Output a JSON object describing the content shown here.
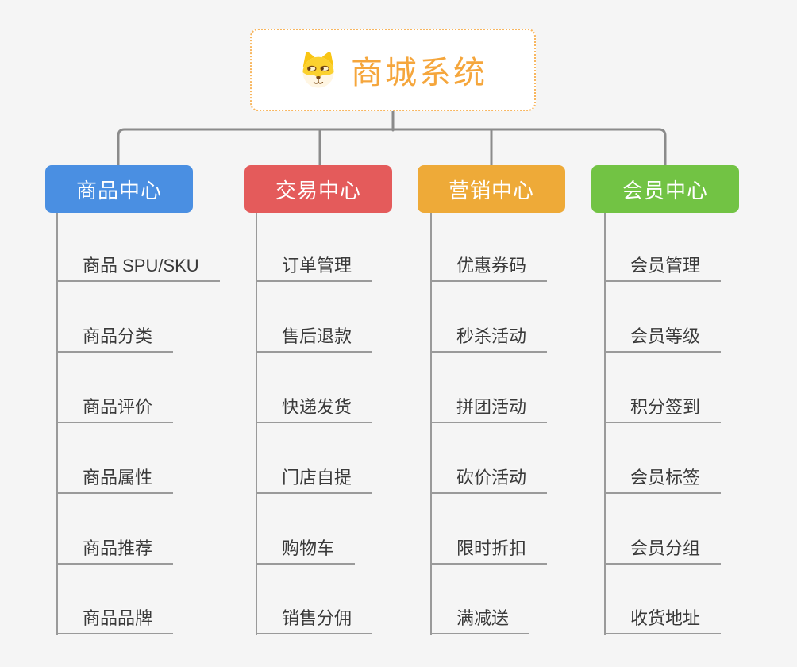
{
  "root": {
    "label": "商城系统",
    "icon": "dog-icon",
    "text_color": "#f5a63c",
    "border_color": "#f8b65f"
  },
  "branches": [
    {
      "label": "商品中心",
      "color": "#4a8fe2",
      "items": [
        "商品 SPU/SKU",
        "商品分类",
        "商品评价",
        "商品属性",
        "商品推荐",
        "商品品牌"
      ]
    },
    {
      "label": "交易中心",
      "color": "#e45b5b",
      "items": [
        "订单管理",
        "售后退款",
        "快递发货",
        "门店自提",
        "购物车",
        "销售分佣"
      ]
    },
    {
      "label": "营销中心",
      "color": "#eeaa38",
      "items": [
        "优惠券码",
        "秒杀活动",
        "拼团活动",
        "砍价活动",
        "限时折扣",
        "满减送"
      ]
    },
    {
      "label": "会员中心",
      "color": "#72c344",
      "items": [
        "会员管理",
        "会员等级",
        "积分签到",
        "会员标签",
        "会员分组",
        "收货地址"
      ]
    }
  ],
  "connector_color": "#8b8b8b",
  "leaf_line_color": "#9a9a9a",
  "background_color": "#f5f5f5"
}
